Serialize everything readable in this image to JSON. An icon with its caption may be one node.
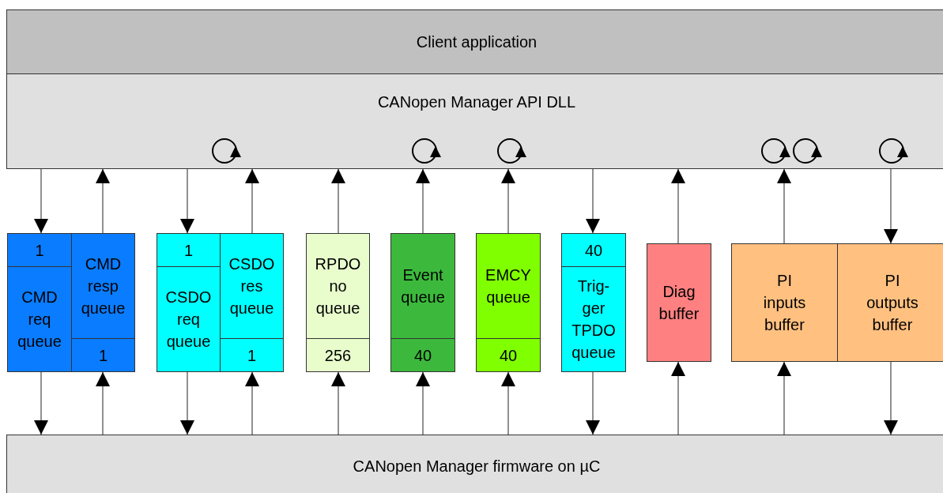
{
  "diagram": {
    "nodes": [
      {
        "text": [
          "Client application"
        ]
      },
      {
        "text": [
          "CANopen Manager API DLL"
        ]
      },
      {
        "text": [
          "1",
          "CMD req queue"
        ]
      },
      {
        "text": [
          "CMD resp queue",
          "1"
        ]
      },
      {
        "text": [
          "1",
          "CSDO req queue"
        ]
      },
      {
        "text": [
          "CSDO res queue",
          "1"
        ]
      },
      {
        "text": [
          "RPDO no queue",
          "256"
        ]
      },
      {
        "text": [
          "Event queue",
          "40"
        ]
      },
      {
        "text": [
          "EMCY queue",
          "40"
        ]
      },
      {
        "text": [
          "40",
          "Trig- ger TPDO queue"
        ]
      },
      {
        "text": [
          "Diag buffer"
        ]
      },
      {
        "text": [
          "PI inputs buffer"
        ]
      },
      {
        "text": [
          "PI outputs buffer"
        ]
      },
      {
        "text": [
          "CANopen Manager firmware on µC"
        ]
      }
    ],
    "edges": [
      {
        "from": 1,
        "to": 2,
        "arrow": "to"
      },
      {
        "from": 3,
        "to": 1,
        "arrow": "to"
      },
      {
        "from": 1,
        "to": 4,
        "arrow": "to"
      },
      {
        "from": 5,
        "to": 1,
        "arrow": "to"
      },
      {
        "from": 6,
        "to": 1,
        "arrow": "to"
      },
      {
        "from": 7,
        "to": 1,
        "arrow": "to"
      },
      {
        "from": 8,
        "to": 1,
        "arrow": "to"
      },
      {
        "from": 1,
        "to": 9,
        "arrow": "to"
      },
      {
        "from": 10,
        "to": 1,
        "arrow": "to"
      },
      {
        "from": 11,
        "to": 1,
        "arrow": "to"
      },
      {
        "from": 1,
        "to": 12,
        "arrow": "to"
      },
      {
        "from": 2,
        "to": 13,
        "arrow": "to"
      },
      {
        "from": 13,
        "to": 3,
        "arrow": "to"
      },
      {
        "from": 4,
        "to": 13,
        "arrow": "to"
      },
      {
        "from": 13,
        "to": 5,
        "arrow": "to"
      },
      {
        "from": 13,
        "to": 6,
        "arrow": "to"
      },
      {
        "from": 13,
        "to": 7,
        "arrow": "to"
      },
      {
        "from": 13,
        "to": 8,
        "arrow": "to"
      },
      {
        "from": 9,
        "to": 13,
        "arrow": "to"
      },
      {
        "from": 13,
        "to": 10,
        "arrow": "to"
      },
      {
        "from": 13,
        "to": 11,
        "arrow": "to"
      },
      {
        "from": 12,
        "to": 13,
        "arrow": "to"
      }
    ]
  }
}
